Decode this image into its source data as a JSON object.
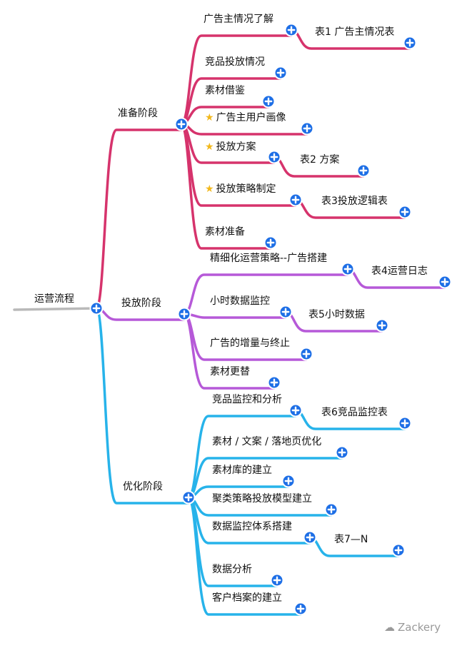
{
  "root": {
    "label": "运营流程"
  },
  "colors": {
    "root_line": "#b9b9b9",
    "prep": "#d6336c",
    "launch": "#b659d8",
    "optimize": "#27b3ea",
    "button": "#1e6fe6"
  },
  "branches": [
    {
      "label": "准备阶段",
      "color_key": "prep",
      "children": [
        {
          "label": "广告主情况了解",
          "child": "表1 广告主情况表"
        },
        {
          "label": "竞品投放情况"
        },
        {
          "label": "素材借鉴"
        },
        {
          "label": "广告主用户画像",
          "star": true,
          "star_icon": "star-icon"
        },
        {
          "label": "投放方案",
          "star": true,
          "star_icon": "star-icon",
          "child": "表2 方案"
        },
        {
          "label": "投放策略制定",
          "star": true,
          "star_icon": "star-icon",
          "child": "表3投放逻辑表"
        },
        {
          "label": "素材准备"
        }
      ]
    },
    {
      "label": "投放阶段",
      "color_key": "launch",
      "children": [
        {
          "label": "精细化运营策略--广告搭建",
          "child": "表4运营日志"
        },
        {
          "label": "小时数据监控",
          "child": "表5小时数据"
        },
        {
          "label": "广告的增量与终止"
        },
        {
          "label": "素材更替"
        }
      ]
    },
    {
      "label": "优化阶段",
      "color_key": "optimize",
      "children": [
        {
          "label": "竞品监控和分析",
          "child": "表6竞品监控表"
        },
        {
          "label": "素材 / 文案 / 落地页优化"
        },
        {
          "label": "素材库的建立"
        },
        {
          "label": "聚类策略投放模型建立"
        },
        {
          "label": "数据监控体系搭建",
          "child": "表7—N"
        },
        {
          "label": "数据分析"
        },
        {
          "label": "客户档案的建立"
        }
      ]
    }
  ],
  "watermark": {
    "icon": "wechat-icon",
    "text": "Zackery"
  }
}
